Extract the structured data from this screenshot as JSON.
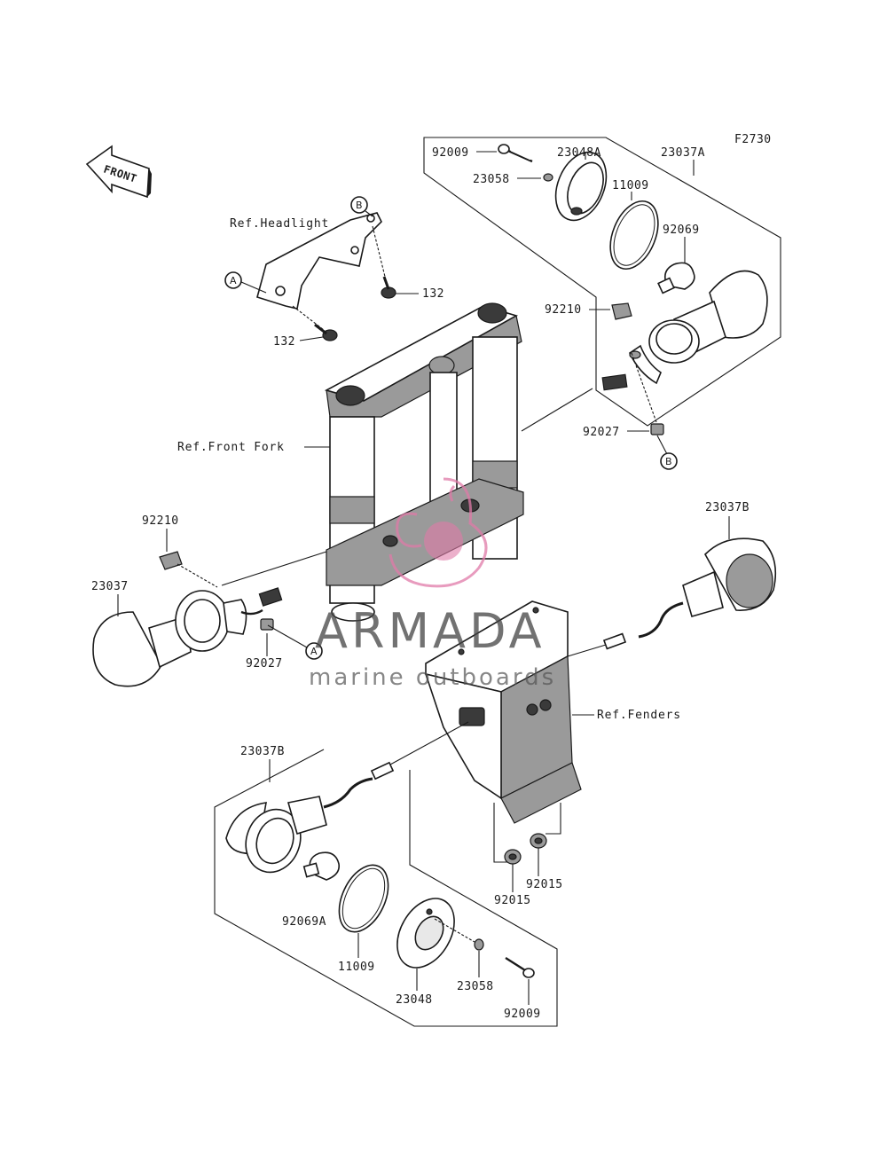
{
  "figure_code": "F2730",
  "direction_label": "FRONT",
  "references": {
    "headlight": "Ref.Headlight",
    "front_fork": "Ref.Front Fork",
    "fenders": "Ref.Fenders"
  },
  "markers": {
    "a": "A",
    "b": "B"
  },
  "parts": {
    "p92009_top": "92009",
    "p23048A": "23048A",
    "p23037A": "23037A",
    "p23058_top": "23058",
    "p11009_top": "11009",
    "p92069": "92069",
    "p132_right": "132",
    "p132_left": "132",
    "p92210_right": "92210",
    "p92027_right": "92027",
    "p92210_left": "92210",
    "p23037": "23037",
    "p92027_left": "92027",
    "p23037B_right": "23037B",
    "p23037B_lower": "23037B",
    "p92069A": "92069A",
    "p11009_bottom": "11009",
    "p23048": "23048",
    "p23058_bottom": "23058",
    "p92009_bottom": "92009",
    "p92015_a": "92015",
    "p92015_b": "92015"
  },
  "watermark": {
    "brand": "ARMADA",
    "tagline": "marine outboards",
    "accent_color": "#e07aa8"
  }
}
